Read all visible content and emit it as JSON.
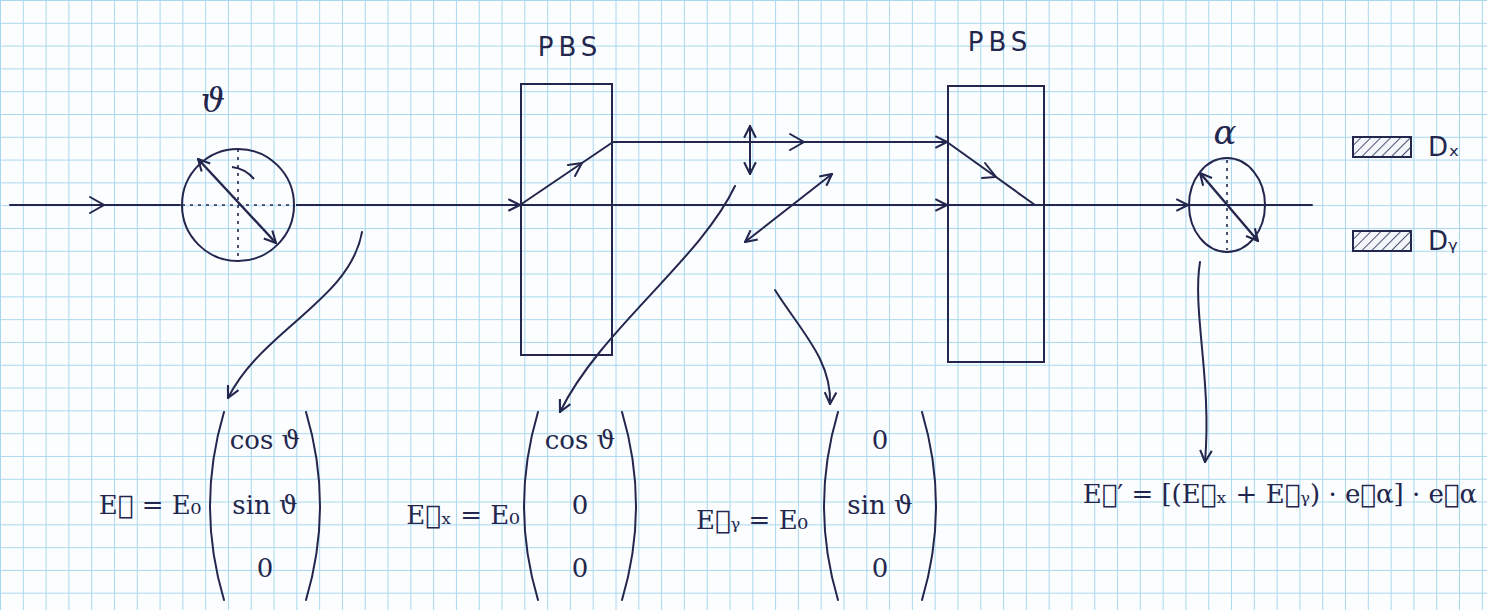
{
  "diagram": {
    "nodes": [
      {
        "text": [
          "ϑ"
        ]
      },
      {
        "text": [
          "PBS"
        ]
      },
      {
        "text": [
          "PBS"
        ]
      },
      {
        "text": [
          "α"
        ]
      },
      {
        "text": [
          "Dₓ"
        ]
      },
      {
        "text": [
          "Dᵧ"
        ]
      }
    ],
    "edges": [
      {
        "from": 0,
        "to": 1,
        "arrow": "to"
      },
      {
        "from": 1,
        "to": 2,
        "arrow": "to"
      },
      {
        "from": 1,
        "to": 2,
        "arrow": "to"
      },
      {
        "from": 2,
        "to": 3,
        "arrow": "to"
      }
    ],
    "labels": [
      "E⃗ = E₀",
      "cos ϑ",
      "sin ϑ",
      "0",
      "E⃗ₓ = E₀",
      "cos ϑ",
      "0",
      "0",
      "E⃗ᵧ = E₀",
      "0",
      "sin ϑ",
      "0",
      "E⃗′ = [(E⃗ₓ + E⃗ᵧ) · e⃗α] · e⃗α"
    ]
  }
}
